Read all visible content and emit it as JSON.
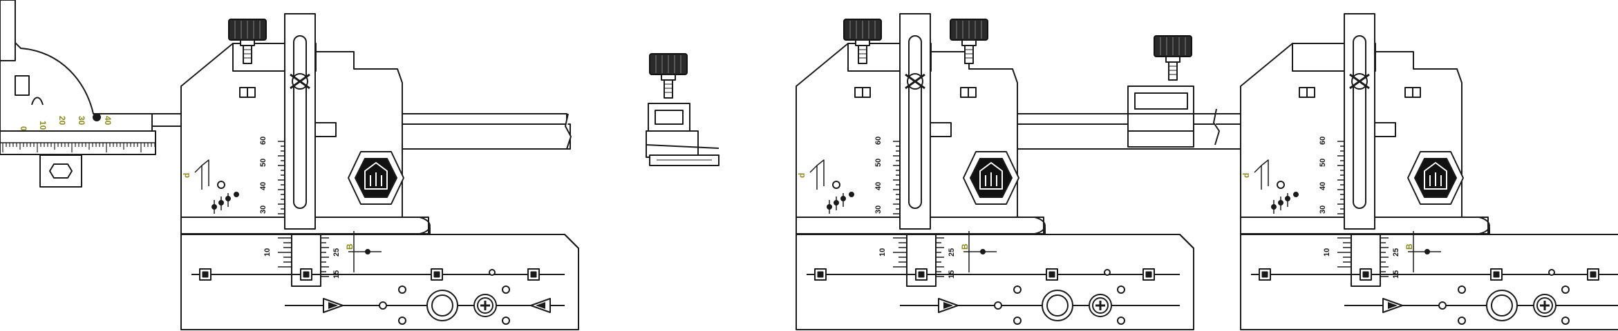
{
  "colors": {
    "line": "#1a1a1a",
    "fill": "#ffffff",
    "marking": "#8a8a1a",
    "emblem": "#111111"
  },
  "depth_gauge": {
    "scale_digits": [
      "0",
      "10",
      "20",
      "30",
      "40"
    ]
  },
  "units": [
    {
      "id": "left",
      "depth_marker": "d",
      "width_marker": "B",
      "upper_scale": [
        "60",
        "50",
        "40",
        "30"
      ],
      "lower_scale_left": "10",
      "lower_scale_right": [
        "25",
        "15"
      ]
    },
    {
      "id": "center",
      "depth_marker": "d",
      "width_marker": "B",
      "upper_scale": [
        "60",
        "50",
        "40",
        "30"
      ],
      "lower_scale_left": "10",
      "lower_scale_right": [
        "25",
        "15"
      ]
    },
    {
      "id": "right",
      "depth_marker": "d",
      "width_marker": "B",
      "upper_scale": [
        "60",
        "50",
        "40",
        "30"
      ],
      "lower_scale_left": "10",
      "lower_scale_right": [
        "25",
        "15"
      ]
    }
  ],
  "icons": {
    "knob": "knurled-knob-icon",
    "emblem": "hexagon-logo-icon",
    "screw": "phillips-screw-icon",
    "triangle": "triangle-insert-icon"
  }
}
